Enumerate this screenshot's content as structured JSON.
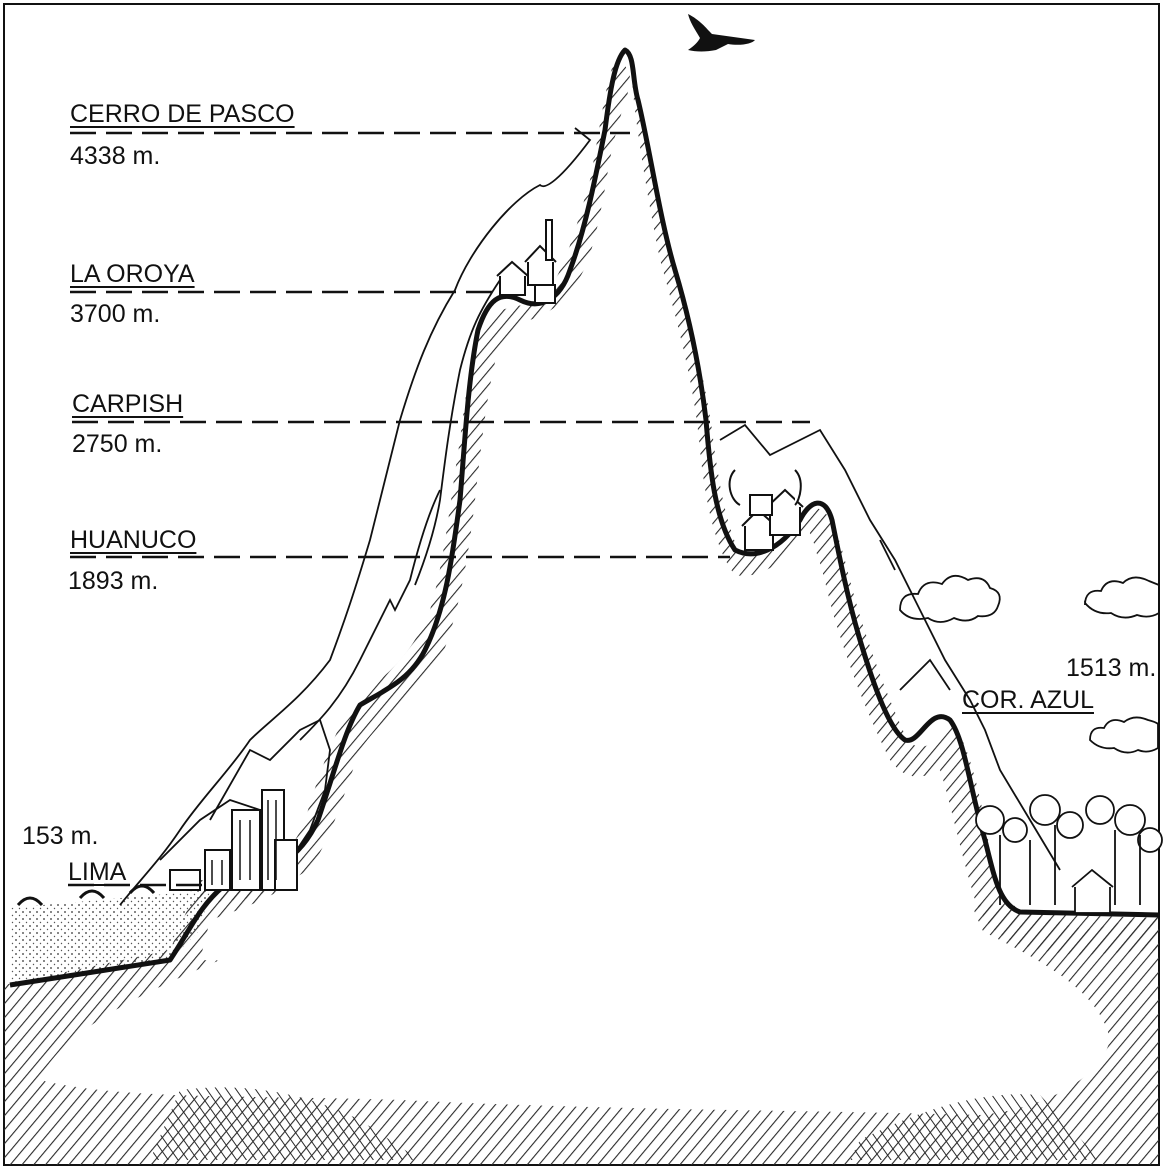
{
  "locations": [
    {
      "name": "CERRO DE PASCO",
      "altitude": "4338 m."
    },
    {
      "name": "LA OROYA",
      "altitude": "3700 m."
    },
    {
      "name": "CARPISH",
      "altitude": "2750 m."
    },
    {
      "name": "HUANUCO",
      "altitude": "1893 m."
    },
    {
      "name": "LIMA",
      "altitude": "153 m."
    },
    {
      "name": "COR. AZUL",
      "altitude": "1513 m."
    }
  ],
  "colors": {
    "ink": "#111111",
    "paper": "#ffffff",
    "hatch": "#2a2a2a"
  }
}
